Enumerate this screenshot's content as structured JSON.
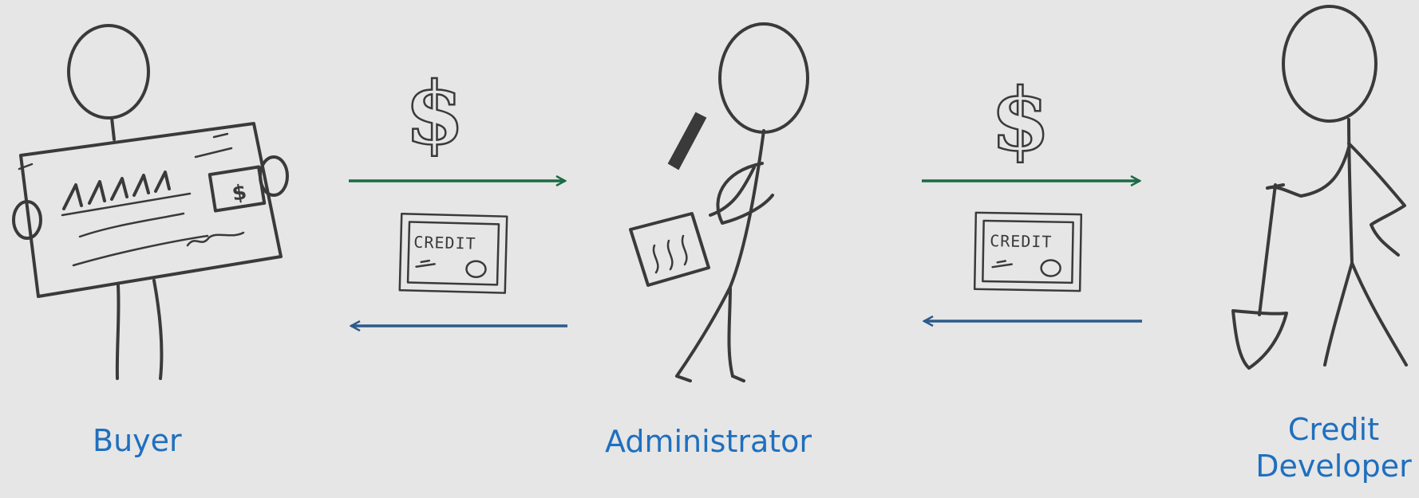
{
  "actors": {
    "buyer": {
      "label": "Buyer"
    },
    "administrator": {
      "label": "Administrator"
    },
    "developer": {
      "label_line1": "Credit",
      "label_line2": "Developer"
    }
  },
  "certificate": {
    "text": "CREDIT"
  },
  "money_symbol": "$",
  "cheque_symbol": "$",
  "colors": {
    "label": "#1f6fbf",
    "money_arrow": "#1a6b45",
    "credit_arrow": "#2d5a8c",
    "ink": "#3a3a3a",
    "background": "#e6e6e6"
  }
}
